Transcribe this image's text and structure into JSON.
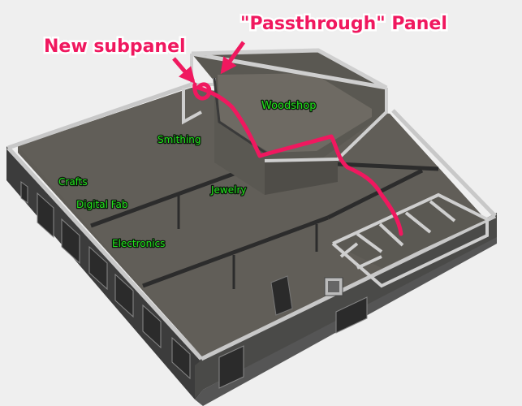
{
  "callouts": {
    "new_subpanel": "New subpanel",
    "passthrough_panel": "\"Passthrough\" Panel"
  },
  "rooms": {
    "woodshop": "Woodshop",
    "smithing": "Smithing",
    "crafts": "Crafts",
    "digital_fab": "Digital Fab",
    "jewelry": "Jewelry",
    "electronics": "Electronics"
  },
  "colors": {
    "annotation": "#f0185f",
    "room_label": "#22e31c",
    "background": "#efefef",
    "floor": "#5f5c56",
    "wall_top": "#c9c9c9",
    "wall_outer": "#3e3e3e"
  }
}
